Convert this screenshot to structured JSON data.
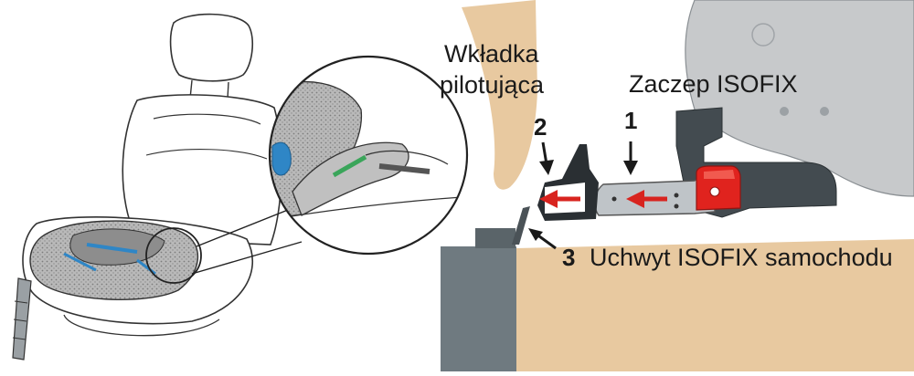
{
  "labels": {
    "guide_line1": "Wkładka",
    "guide_line2": "pilotująca",
    "latch": "Zaczep ISOFIX",
    "anchor": "Uchwyt ISOFIX samochodu"
  },
  "steps": {
    "one": "1",
    "two": "2",
    "three": "3"
  },
  "colors": {
    "seat_fabric": "#e8c9a0",
    "latch_red": "#e0231e",
    "arrow_red": "#d8241f",
    "accent_blue": "#2f86c6",
    "steel": "#bfc4c8",
    "dark_gray": "#6f7a80"
  },
  "icons": [
    "arrow-down-icon",
    "arrow-left-icon",
    "arrow-diagonal-icon"
  ]
}
